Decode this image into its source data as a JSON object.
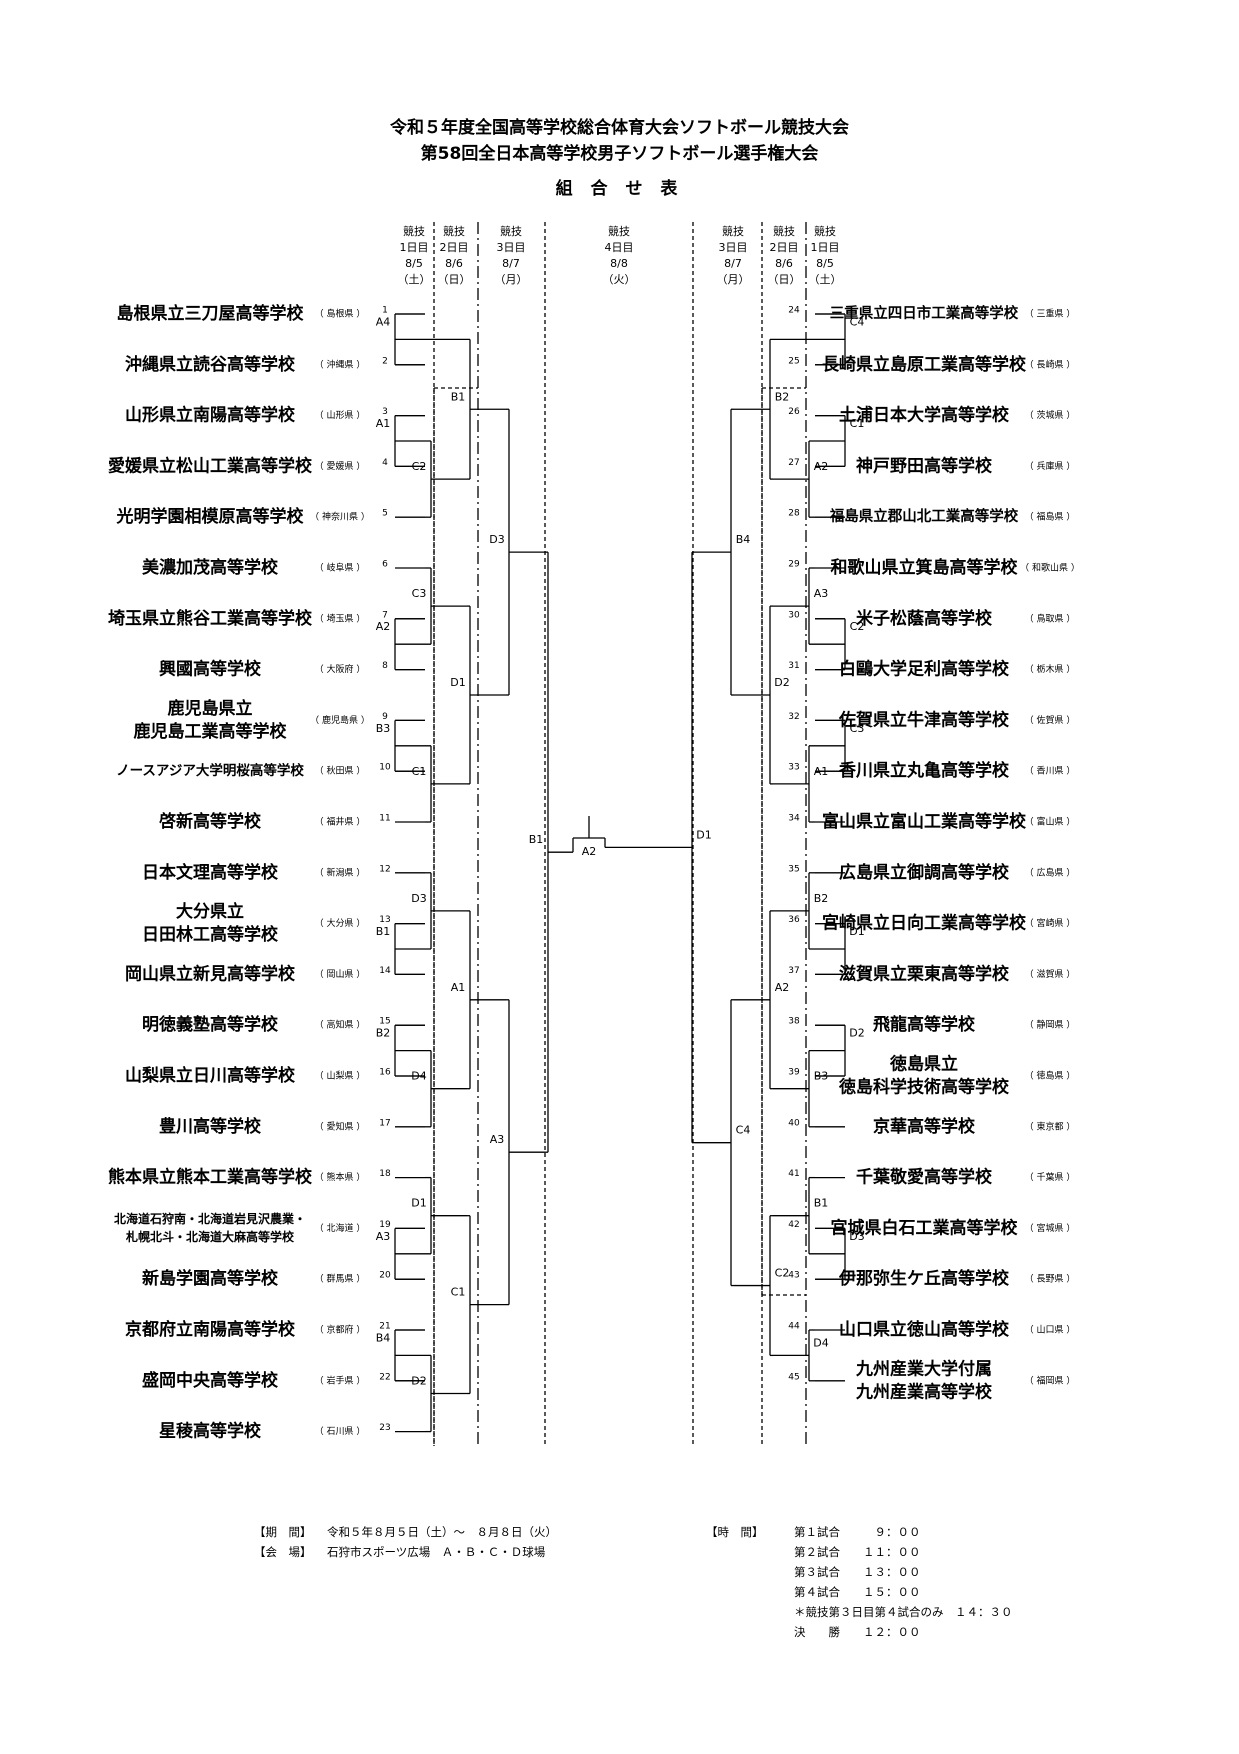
{
  "titles": {
    "line1": "令和５年度全国高等学校総合体育大会ソフトボール競技大会",
    "line2": "第58回全日本高等学校男子ソフトボール選手権大会",
    "line3": "組 合 せ 表"
  },
  "days": {
    "left": [
      {
        "l1": "競技",
        "l2": "1日目",
        "l3": "8/5",
        "l4": "（土）"
      },
      {
        "l1": "競技",
        "l2": "2日目",
        "l3": "8/6",
        "l4": "（日）"
      },
      {
        "l1": "競技",
        "l2": "3日目",
        "l3": "8/7",
        "l4": "（月）"
      }
    ],
    "center": {
      "l1": "競技",
      "l2": "4日目",
      "l3": "8/8",
      "l4": "（火）"
    },
    "right": [
      {
        "l1": "競技",
        "l2": "3日目",
        "l3": "8/7",
        "l4": "（月）"
      },
      {
        "l1": "競技",
        "l2": "2日目",
        "l3": "8/6",
        "l4": "（日）"
      },
      {
        "l1": "競技",
        "l2": "1日目",
        "l3": "8/5",
        "l4": "（土）"
      }
    ]
  },
  "left_teams": [
    {
      "num": "1",
      "name": "島根県立三刀屋高等学校",
      "pref": "（ 島根県 ）"
    },
    {
      "num": "2",
      "name": "沖縄県立読谷高等学校",
      "pref": "（ 沖縄県 ）"
    },
    {
      "num": "3",
      "name": "山形県立南陽高等学校",
      "pref": "（ 山形県 ）"
    },
    {
      "num": "4",
      "name": "愛媛県立松山工業高等学校",
      "pref": "（ 愛媛県 ）"
    },
    {
      "num": "5",
      "name": "光明学園相模原高等学校",
      "pref": "（ 神奈川県 ）"
    },
    {
      "num": "6",
      "name": "美濃加茂高等学校",
      "pref": "（ 岐阜県 ）"
    },
    {
      "num": "7",
      "name": "埼玉県立熊谷工業高等学校",
      "pref": "（ 埼玉県 ）"
    },
    {
      "num": "8",
      "name": "興國高等学校",
      "pref": "（ 大阪府 ）"
    },
    {
      "num": "9",
      "name": "鹿児島県立\n鹿児島工業高等学校",
      "pref": "（ 鹿児島県 ）"
    },
    {
      "num": "10",
      "name": "ノースアジア大学明桜高等学校",
      "pref": "（ 秋田県 ）"
    },
    {
      "num": "11",
      "name": "啓新高等学校",
      "pref": "（ 福井県 ）"
    },
    {
      "num": "12",
      "name": "日本文理高等学校",
      "pref": "（ 新潟県 ）"
    },
    {
      "num": "13",
      "name": "大分県立\n日田林工高等学校",
      "pref": "（ 大分県 ）"
    },
    {
      "num": "14",
      "name": "岡山県立新見高等学校",
      "pref": "（ 岡山県 ）"
    },
    {
      "num": "15",
      "name": "明徳義塾高等学校",
      "pref": "（ 高知県 ）"
    },
    {
      "num": "16",
      "name": "山梨県立日川高等学校",
      "pref": "（ 山梨県 ）"
    },
    {
      "num": "17",
      "name": "豊川高等学校",
      "pref": "（ 愛知県 ）"
    },
    {
      "num": "18",
      "name": "熊本県立熊本工業高等学校",
      "pref": "（ 熊本県 ）"
    },
    {
      "num": "19",
      "name": "北海道石狩南・北海道岩見沢農業・\n札幌北斗・北海道大麻高等学校",
      "pref": "（ 北海道 ）"
    },
    {
      "num": "20",
      "name": "新島学園高等学校",
      "pref": "（ 群馬県 ）"
    },
    {
      "num": "21",
      "name": "京都府立南陽高等学校",
      "pref": "（ 京都府 ）"
    },
    {
      "num": "22",
      "name": "盛岡中央高等学校",
      "pref": "（ 岩手県 ）"
    },
    {
      "num": "23",
      "name": "星稜高等学校",
      "pref": "（ 石川県 ）"
    }
  ],
  "right_teams": [
    {
      "num": "24",
      "name": "三重県立四日市工業高等学校",
      "pref": "（ 三重県 ）"
    },
    {
      "num": "25",
      "name": "長崎県立島原工業高等学校",
      "pref": "（ 長崎県 ）"
    },
    {
      "num": "26",
      "name": "土浦日本大学高等学校",
      "pref": "（ 茨城県 ）"
    },
    {
      "num": "27",
      "name": "神戸野田高等学校",
      "pref": "（ 兵庫県 ）"
    },
    {
      "num": "28",
      "name": "福島県立郡山北工業高等学校",
      "pref": "（ 福島県 ）"
    },
    {
      "num": "29",
      "name": "和歌山県立箕島高等学校",
      "pref": "（ 和歌山県 ）"
    },
    {
      "num": "30",
      "name": "米子松蔭高等学校",
      "pref": "（ 鳥取県 ）"
    },
    {
      "num": "31",
      "name": "白鷗大学足利高等学校",
      "pref": "（ 栃木県 ）"
    },
    {
      "num": "32",
      "name": "佐賀県立牛津高等学校",
      "pref": "（ 佐賀県 ）"
    },
    {
      "num": "33",
      "name": "香川県立丸亀高等学校",
      "pref": "（ 香川県 ）"
    },
    {
      "num": "34",
      "name": "富山県立富山工業高等学校",
      "pref": "（ 富山県 ）"
    },
    {
      "num": "35",
      "name": "広島県立御調高等学校",
      "pref": "（ 広島県 ）"
    },
    {
      "num": "36",
      "name": "宮崎県立日向工業高等学校",
      "pref": "（ 宮崎県 ）"
    },
    {
      "num": "37",
      "name": "滋賀県立栗東高等学校",
      "pref": "（ 滋賀県 ）"
    },
    {
      "num": "38",
      "name": "飛龍高等学校",
      "pref": "（ 静岡県 ）"
    },
    {
      "num": "39",
      "name": "徳島県立\n徳島科学技術高等学校",
      "pref": "（ 徳島県 ）"
    },
    {
      "num": "40",
      "name": "京華高等学校",
      "pref": "（ 東京都 ）"
    },
    {
      "num": "41",
      "name": "千葉敬愛高等学校",
      "pref": "（ 千葉県 ）"
    },
    {
      "num": "42",
      "name": "宮城県白石工業高等学校",
      "pref": "（ 宮城県 ）"
    },
    {
      "num": "43",
      "name": "伊那弥生ケ丘高等学校",
      "pref": "（ 長野県 ）"
    },
    {
      "num": "44",
      "name": "山口県立徳山高等学校",
      "pref": "（ 山口県 ）"
    },
    {
      "num": "45",
      "name": "九州産業大学付属\n九州産業高等学校",
      "pref": "（ 福岡県 ）"
    }
  ],
  "left_games": [
    {
      "round": 1,
      "a": 1,
      "b": 2,
      "label": "A4"
    },
    {
      "round": 1,
      "a": 3,
      "b": 4,
      "label": "A1"
    },
    {
      "round": 1,
      "a": 7,
      "b": 8,
      "label": "A2"
    },
    {
      "round": 1,
      "a": 9,
      "b": 10,
      "label": "B3"
    },
    {
      "round": 1,
      "a": 13,
      "b": 14,
      "label": "B1"
    },
    {
      "round": 1,
      "a": 15,
      "b": 16,
      "label": "B2"
    },
    {
      "round": 1,
      "a": 19,
      "b": 20,
      "label": "A3"
    },
    {
      "round": 1,
      "a": 21,
      "b": 22,
      "label": "B4"
    },
    {
      "round": 2,
      "a": "A1",
      "b": 5,
      "label": "C2"
    },
    {
      "round": 2,
      "a": 6,
      "b": "A2",
      "label": "C3"
    },
    {
      "round": 2,
      "a": "B3",
      "b": 11,
      "label": "C1"
    },
    {
      "round": 2,
      "a": 12,
      "b": "B1",
      "label": "D3"
    },
    {
      "round": 2,
      "a": "B2",
      "b": 17,
      "label": "D4"
    },
    {
      "round": 2,
      "a": 18,
      "b": "A3",
      "label": "D1"
    },
    {
      "round": 2,
      "a": "B4",
      "b": 23,
      "label": "D2"
    },
    {
      "round": 3,
      "a": "A4",
      "b": "C2",
      "label": "B1"
    },
    {
      "round": 3,
      "a": "C3",
      "b": "C1",
      "label": "D1"
    },
    {
      "round": 3,
      "a": "D3",
      "b": "D4",
      "label": "A1"
    },
    {
      "round": 3,
      "a": "D1",
      "b": "D2",
      "label": "C1"
    },
    {
      "round": 4,
      "a": "B1",
      "b": "D1",
      "label": "D3"
    },
    {
      "round": 4,
      "a": "A1",
      "b": "C1",
      "label": "A3"
    },
    {
      "round": 5,
      "a": "D3",
      "b": "A3",
      "label": "B1"
    }
  ],
  "right_games": [
    {
      "round": 1,
      "a": 24,
      "b": 25,
      "label": "C4"
    },
    {
      "round": 1,
      "a": 26,
      "b": 27,
      "label": "C1"
    },
    {
      "round": 1,
      "a": 30,
      "b": 31,
      "label": "C2"
    },
    {
      "round": 1,
      "a": 32,
      "b": 33,
      "label": "C3"
    },
    {
      "round": 1,
      "a": 36,
      "b": 37,
      "label": "D1"
    },
    {
      "round": 1,
      "a": 38,
      "b": 39,
      "label": "D2"
    },
    {
      "round": 1,
      "a": 42,
      "b": 43,
      "label": "D3"
    },
    {
      "round": 2,
      "a": "C1",
      "b": 28,
      "label": "A2"
    },
    {
      "round": 2,
      "a": 29,
      "b": "C2",
      "label": "A3"
    },
    {
      "round": 2,
      "a": "C3",
      "b": 34,
      "label": "A1"
    },
    {
      "round": 2,
      "a": 35,
      "b": "D1",
      "label": "B2"
    },
    {
      "round": 2,
      "a": "D2",
      "b": 40,
      "label": "B3"
    },
    {
      "round": 2,
      "a": 41,
      "b": "D3",
      "label": "B1"
    },
    {
      "round": 2,
      "a": 44,
      "b": 45,
      "label": "D4"
    },
    {
      "round": 3,
      "a": "C4",
      "b": "A2",
      "label": "B2"
    },
    {
      "round": 3,
      "a": "A3",
      "b": "A1",
      "label": "D2"
    },
    {
      "round": 3,
      "a": "B2",
      "b": "B3",
      "label": "A2"
    },
    {
      "round": 3,
      "a": "B1",
      "b": "D4",
      "label": "C2"
    },
    {
      "round": 4,
      "a": "B2",
      "b": "D2",
      "label": "B4"
    },
    {
      "round": 4,
      "a": "A2",
      "b": "C2",
      "label": "C4"
    },
    {
      "round": 5,
      "a": "B4",
      "b": "C4",
      "label": "D1"
    }
  ],
  "final_label": "A2",
  "schedule": {
    "period_label": "【期　間】",
    "period_value": "令和５年８月５日（土）～　８月８日（火）",
    "venue_label": "【会　場】",
    "venue_value": "石狩市スポーツ広場　Ａ・Ｂ・Ｃ・Ｄ球場",
    "time_label": "【時　間】",
    "times": [
      "第１試合　　　９：００",
      "第２試合　　１１：００",
      "第３試合　　１３：００",
      "第４試合　　１５：００",
      "＊競技第３日目第４試合のみ　１４：３０",
      "決　　勝　　１２：００"
    ]
  }
}
